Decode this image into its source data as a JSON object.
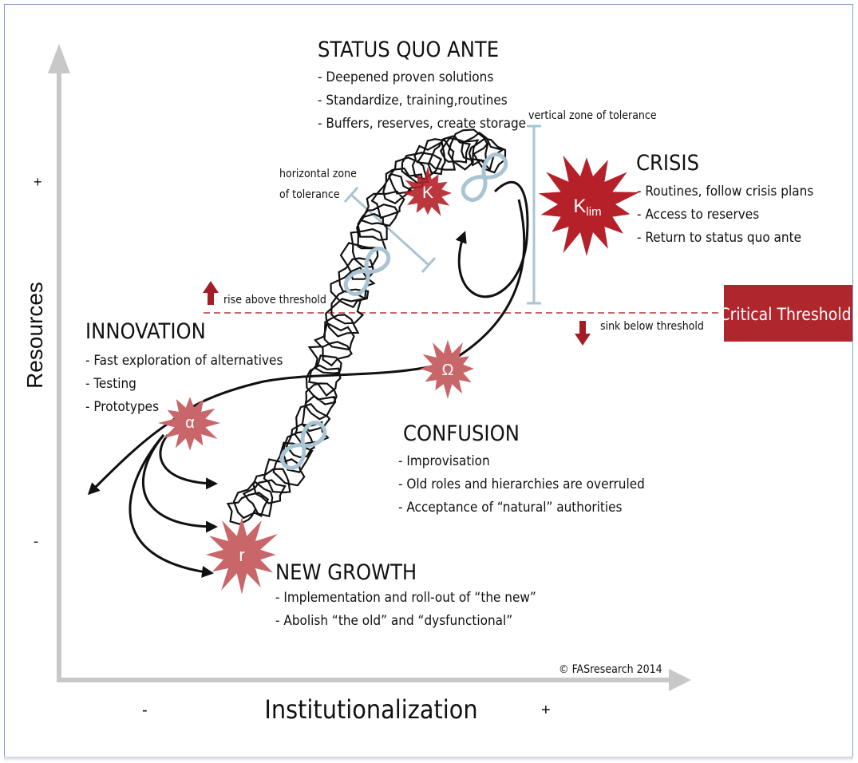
{
  "axes": {
    "y_label": "Resources",
    "y_plus": "+",
    "y_minus": "-",
    "x_label": "Institutionalization",
    "x_minus": "-",
    "x_plus": "+"
  },
  "status_quo": {
    "title": "STATUS QUO ANTE",
    "items": [
      "- Deepened proven solutions",
      "- Standardize, training,routines",
      "- Buffers, reserves, create storage"
    ]
  },
  "crisis": {
    "title": "CRISIS",
    "items": [
      "- Routines, follow crisis plans",
      "- Access to reserves",
      "- Return to status quo ante"
    ]
  },
  "innovation": {
    "title": "INNOVATION",
    "items": [
      "- Fast exploration of alternatives",
      "- Testing",
      "- Prototypes"
    ]
  },
  "confusion": {
    "title": "CONFUSION",
    "items": [
      "- Improvisation",
      "- Old roles and hierarchies are overruled",
      "- Acceptance of “natural” authorities"
    ]
  },
  "new_growth": {
    "title": "NEW GROWTH",
    "items": [
      "- Implementation and roll-out of “the new”",
      "- Abolish “the old” and “dysfunctional”"
    ]
  },
  "annotations": {
    "vertical_zone": "vertical zone of tolerance",
    "horizontal_zone_line1": "horizontal zone",
    "horizontal_zone_line2": "of tolerance",
    "rise": "rise above threshold",
    "sink": "sink below threshold",
    "critical_threshold": "Critical Threshold",
    "copyright": "© FASresearch 2014"
  },
  "stars": {
    "k": "K",
    "klim_main": "K",
    "klim_sub": "lim",
    "omega": "Ω",
    "alpha": "α",
    "r": "r"
  },
  "colors": {
    "dark_red": "#a61c24",
    "star_red": "#b52029",
    "light_red": "#c9666a",
    "axis_gray": "#c8c8c8",
    "zone_blue": "#a9c4d3",
    "threshold_fill": "#b0262d"
  }
}
